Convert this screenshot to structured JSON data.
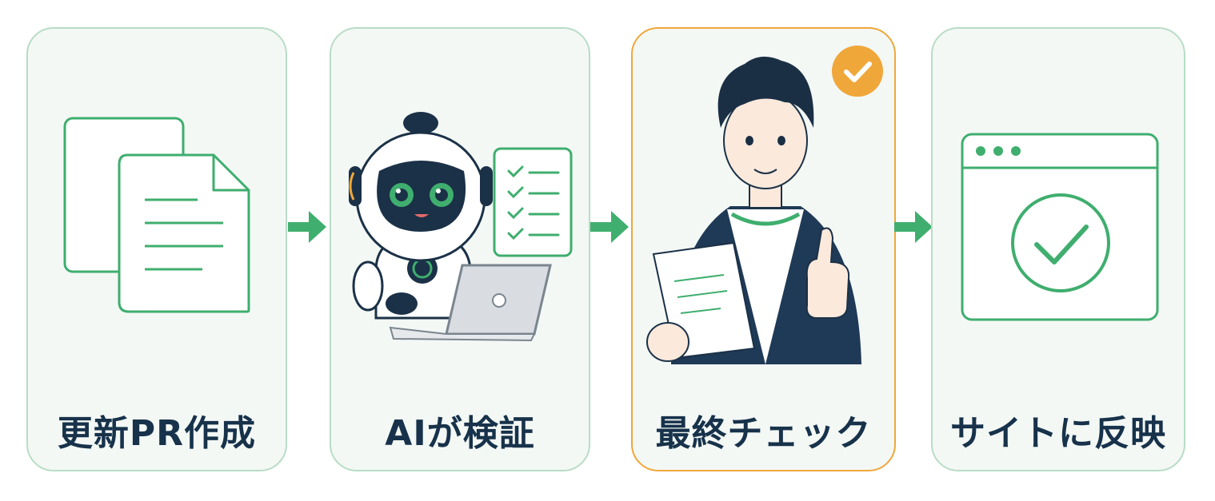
{
  "steps": [
    {
      "label": "更新PR作成",
      "icon": "documents-icon"
    },
    {
      "label": "AIが検証",
      "icon": "robot-laptop-icon"
    },
    {
      "label": "最終チェック",
      "icon": "person-thumbs-up-icon",
      "badge": "check-badge-icon"
    },
    {
      "label": "サイトに反映",
      "icon": "browser-check-icon"
    }
  ],
  "colors": {
    "accent_green": "#3fae6e",
    "card_bg": "#f3f8f5",
    "card_border": "#b9dcc6",
    "highlight_orange": "#f0a73a",
    "text_navy": "#17324a"
  }
}
